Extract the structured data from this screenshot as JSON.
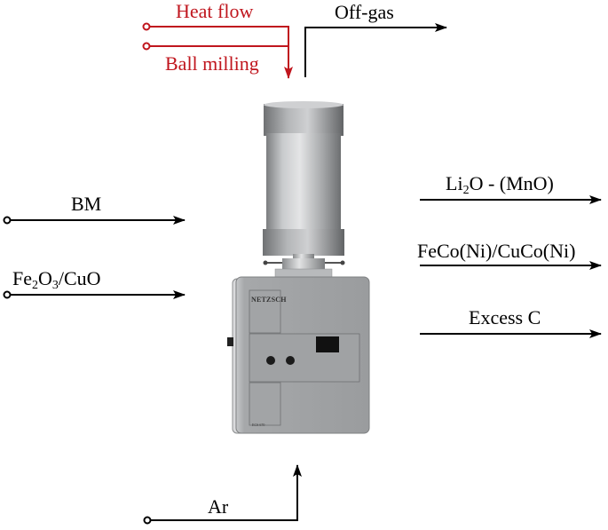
{
  "control_inputs": {
    "heat_flow": "Heat flow",
    "ball_milling": "Ball milling"
  },
  "off_gas": "Off-gas",
  "inputs": {
    "bm": "BM",
    "fe2o3": {
      "a": "Fe",
      "s1": "2",
      "b": "O",
      "s2": "3",
      "c": "/CuO"
    },
    "ar": "Ar"
  },
  "outputs": {
    "li2o": {
      "a": "Li",
      "s1": "2",
      "b": "O - (MnO)"
    },
    "feconi": "FeCo(Ni)/CuCo(Ni)",
    "excess_c": "Excess C"
  },
  "device": {
    "brand": "NETZSCH",
    "model": "ECS 670"
  },
  "colors": {
    "control": "#c0161e",
    "line": "#000000",
    "device_body": "#a9abad",
    "device_panel": "#9ea0a2"
  }
}
